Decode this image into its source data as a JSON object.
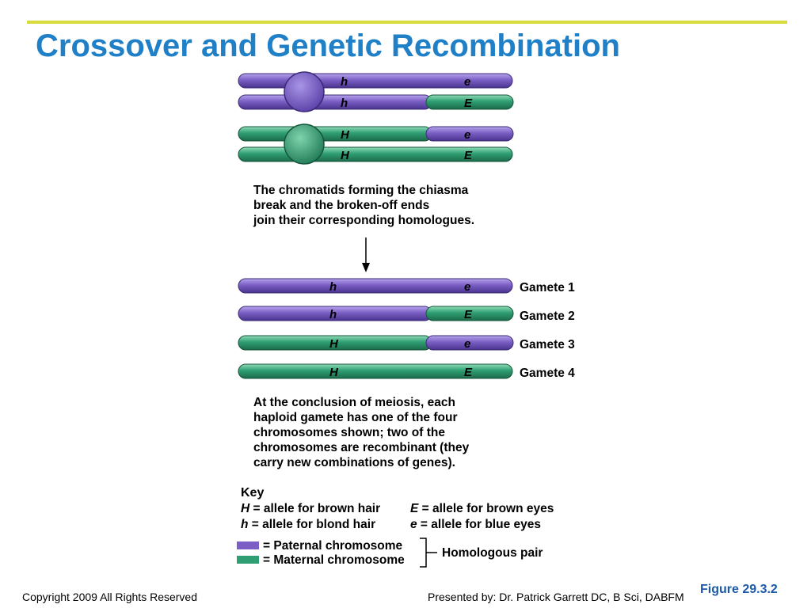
{
  "title": "Crossover and Genetic Recombination",
  "colors": {
    "accent_bar": "#d7dc3c",
    "title": "#1f80c8",
    "paternal": "#7b5fc4",
    "maternal": "#2f9e72"
  },
  "top_pairs": {
    "pair1": {
      "upper": [
        "h",
        "e"
      ],
      "lower": [
        "h",
        "E"
      ]
    },
    "pair2": {
      "upper": [
        "H",
        "e"
      ],
      "lower": [
        "H",
        "E"
      ]
    }
  },
  "text1": [
    "The chromatids forming the chiasma",
    "break and the broken-off ends",
    "join their corresponding homologues."
  ],
  "gametes": [
    {
      "label": "Gamete 1",
      "left_allele": "h",
      "right_allele": "e"
    },
    {
      "label": "Gamete 2",
      "left_allele": "h",
      "right_allele": "E"
    },
    {
      "label": "Gamete 3",
      "left_allele": "H",
      "right_allele": "e"
    },
    {
      "label": "Gamete 4",
      "left_allele": "H",
      "right_allele": "E"
    }
  ],
  "text2": [
    "At the conclusion of meiosis, each",
    "haploid gamete has one of the four",
    "chromosomes shown; two of the",
    "chromosomes are recombinant (they",
    "carry new combinations of genes)."
  ],
  "key": {
    "heading": "Key",
    "H_symbol": "H",
    "H_text": " = allele for brown hair",
    "h_symbol": "h",
    "h_text": " = allele for blond hair",
    "E_symbol": "E",
    "E_text": " = allele for brown eyes",
    "e_symbol": "e",
    "e_text": " = allele for blue eyes",
    "paternal": "= Paternal chromosome",
    "maternal": "= Maternal chromosome",
    "homologous": "Homologous pair"
  },
  "footer": {
    "copyright": "Copyright 2009 All Rights Reserved",
    "presenter": "Presented by: Dr. Patrick Garrett DC, B Sci, DABFM",
    "figure": "Figure 29.3.2"
  }
}
